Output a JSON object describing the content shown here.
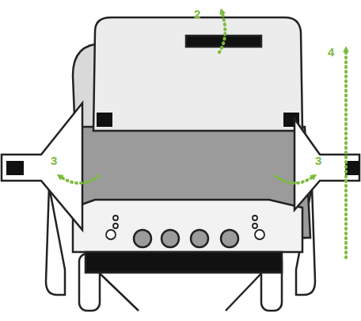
{
  "diagram": {
    "labels": [
      "2",
      "3",
      "3",
      "4"
    ]
  }
}
